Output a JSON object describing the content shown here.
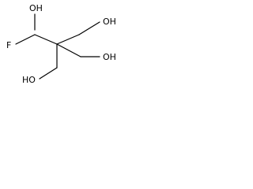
{
  "molecule": {
    "labels": {
      "oh_top": "OH",
      "f": "F",
      "oh_right_upper": "OH",
      "oh_right_lower": "OH",
      "ho_left": "HO"
    }
  }
}
